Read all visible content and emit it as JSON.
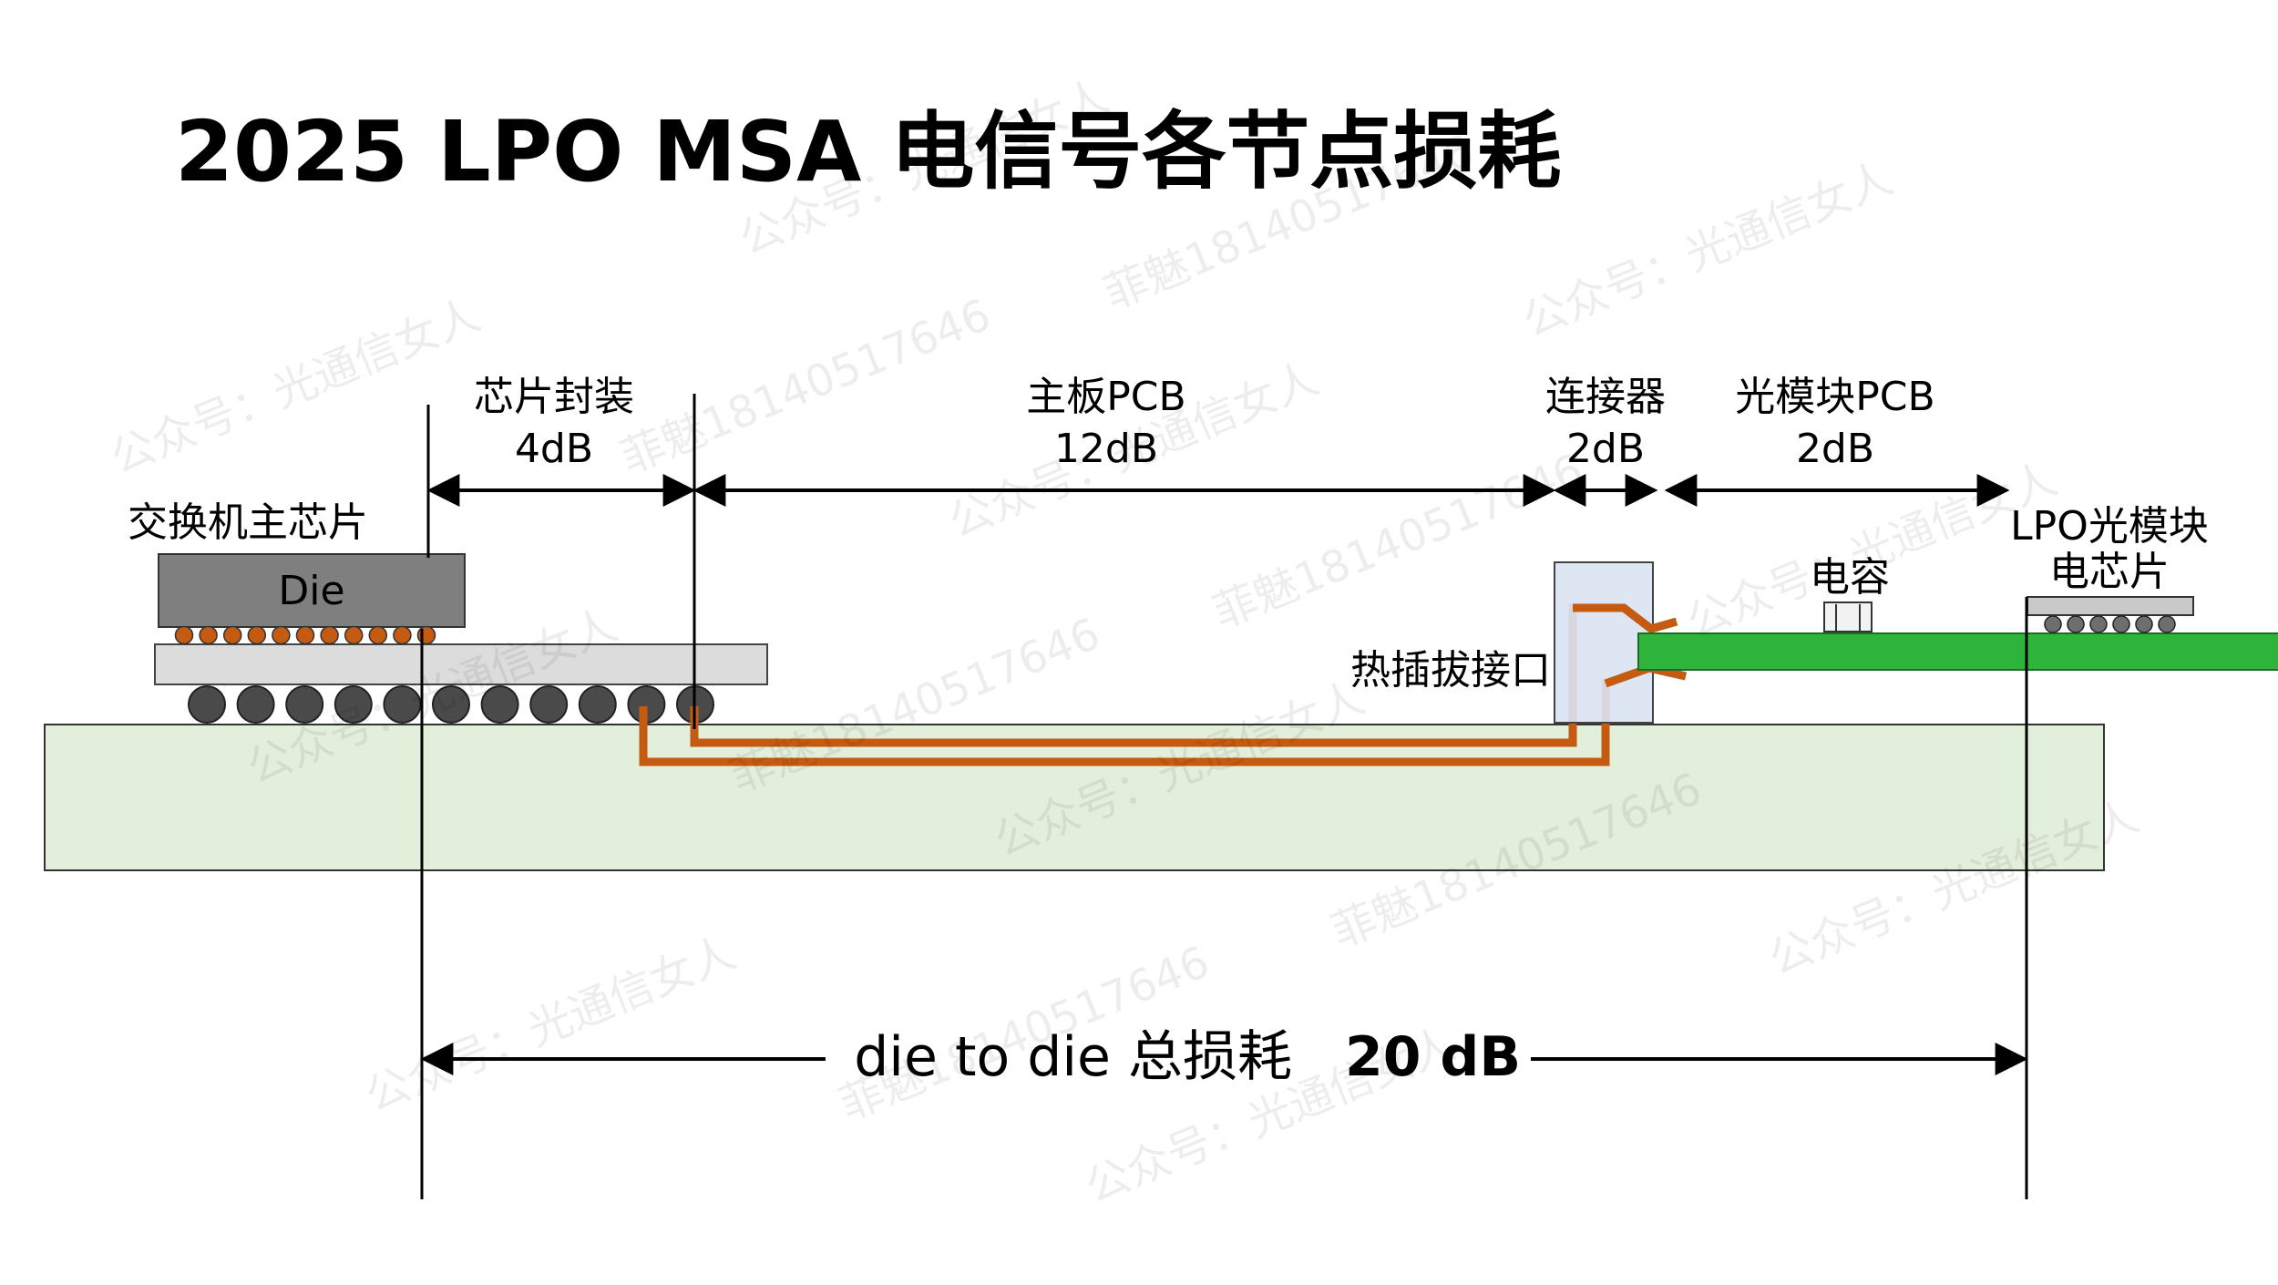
{
  "title": "2025 LPO MSA 电信号各节点损耗",
  "switch_label": "交换机主芯片",
  "die_label": "Die",
  "segments": [
    {
      "name": "芯片封装",
      "loss": "4dB"
    },
    {
      "name": "主板PCB",
      "loss": "12dB"
    },
    {
      "name": "连接器",
      "loss": "2dB"
    },
    {
      "name": "光模块PCB",
      "loss": "2dB"
    }
  ],
  "hotplug_label": "热插拔接口",
  "capacitor_label": "电容",
  "lpo_chip_label_line1": "LPO光模块",
  "lpo_chip_label_line2": "电芯片",
  "total_label": "die to die 总损耗",
  "total_value": "20 dB",
  "watermarks": [
    "公众号：光通信女人",
    "菲魅18140517646"
  ],
  "colors": {
    "substrate": "#dcdcdc",
    "die": "#7f7f7f",
    "main_pcb": "#e2efda",
    "module_pcb": "#2eb43a",
    "trace": "#c55a11",
    "connector": "#dae3f3",
    "solder_ball": "#4a4a4a",
    "bump": "#c55a11"
  }
}
